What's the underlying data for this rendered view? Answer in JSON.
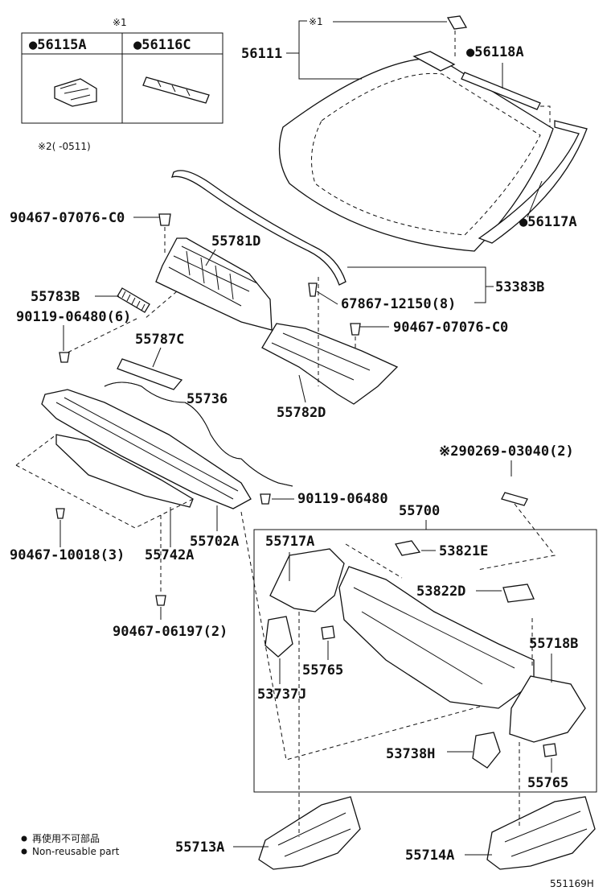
{
  "diagram_id": "551169H",
  "legend_box": {
    "mark": "※1",
    "col1": "●56115A",
    "col2": "●56116C",
    "note": "※2(  -0511)"
  },
  "labels": {
    "p56111": "56111",
    "mark1_top": "※1",
    "p56118A": "●56118A",
    "p56117A": "●56117A",
    "p90467_07076_a": "90467-07076-C0",
    "p55781D": "55781D",
    "p53383B": "53383B",
    "p55783B": "55783B",
    "p67867": "67867-12150(8)",
    "p90119_06480_6": "90119-06480(6)",
    "p90467_07076_b": "90467-07076-C0",
    "p55787C": "55787C",
    "p55736": "55736",
    "p55782D": "55782D",
    "p90269": "※290269-03040(2)",
    "p90119_06480": "90119-06480",
    "p55700": "55700",
    "p90467_10018": "90467-10018(3)",
    "p55742A": "55742A",
    "p55702A": "55702A",
    "p55717A": "55717A",
    "p53821E": "53821E",
    "p53822D": "53822D",
    "p90467_06197": "90467-06197(2)",
    "p55765a": "55765",
    "p55718B": "55718B",
    "p53737J": "53737J",
    "p53738H": "53738H",
    "p55765b": "55765",
    "p55713A": "55713A",
    "p55714A": "55714A"
  },
  "footnotes": {
    "line1": "再使用不可部品",
    "line2": "Non-reusable part"
  }
}
